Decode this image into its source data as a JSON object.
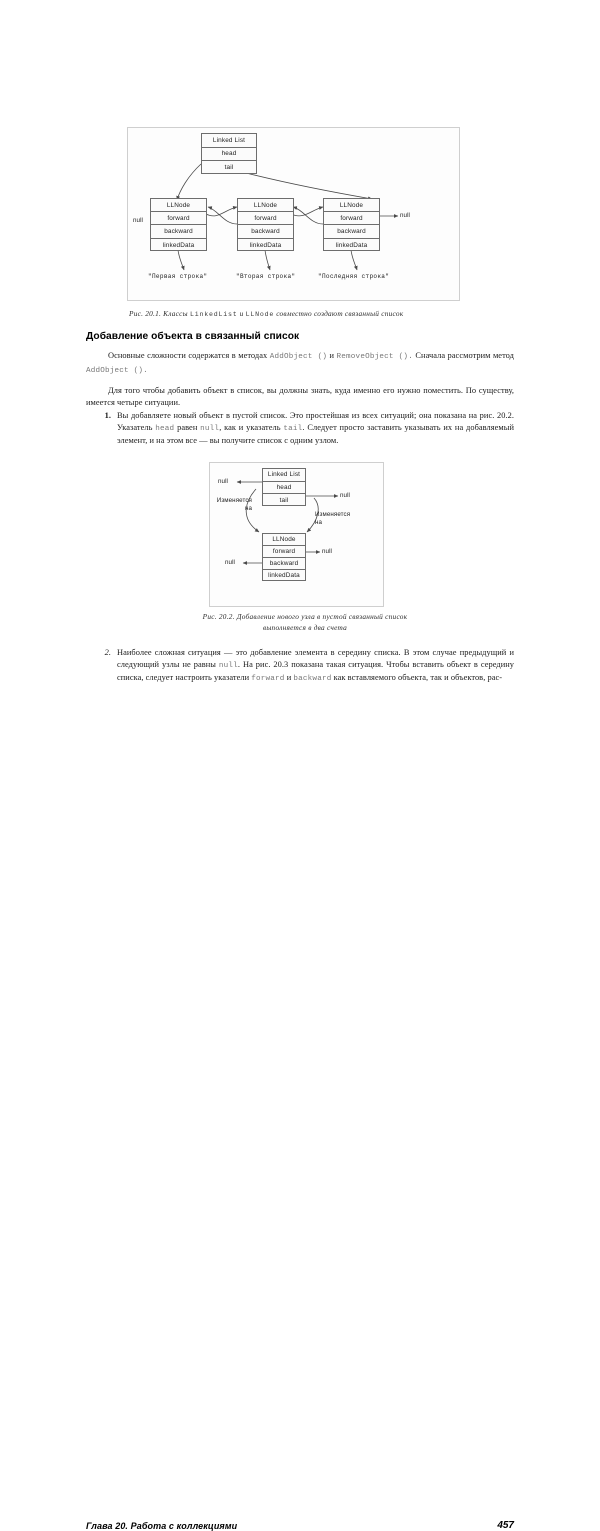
{
  "page": {
    "number": "457",
    "chapter_footer": "Глава 20. Работа с коллекциями"
  },
  "section": {
    "title": "Добавление объекта в связанный список"
  },
  "paragraphs": {
    "p1_a": "Основные сложности содержатся в методах ",
    "p1_code1": "AddObject ()",
    "p1_b": " и ",
    "p1_code2": "RemoveObject ().",
    "p1_c": " Сначала рассмотрим метод ",
    "p1_code3": "AddObject ().",
    "p2": "Для того чтобы добавить объект в список, вы должны знать, куда именно его нужно поместить. По существу, имеется четыре ситуации."
  },
  "list": [
    {
      "marker": "1.",
      "style": "bold",
      "parts": [
        {
          "t": "text",
          "v": "Вы добавляете новый объект в пустой список. Это простейшая из всех ситуаций; она показана на рис. 20.2. Указатель "
        },
        {
          "t": "code",
          "v": "head"
        },
        {
          "t": "text",
          "v": " равен "
        },
        {
          "t": "code",
          "v": "null"
        },
        {
          "t": "text",
          "v": ", как и указатель "
        },
        {
          "t": "code",
          "v": "tail"
        },
        {
          "t": "text",
          "v": ". Следует просто заставить указывать их на добавляемый элемент, и на этом все — вы получите список с одним узлом."
        }
      ]
    },
    {
      "marker": "2.",
      "style": "italic",
      "parts": [
        {
          "t": "text",
          "v": "Наиболее сложная ситуация — это добавление элемента в середину списка. В этом случае предыдущий и следующий узлы не равны "
        },
        {
          "t": "code",
          "v": "null"
        },
        {
          "t": "text",
          "v": ". На рис. 20.3 показана такая ситуация. Чтобы вставить объект в середину списка, следует настроить указатели "
        },
        {
          "t": "code",
          "v": "forward"
        },
        {
          "t": "text",
          "v": " и "
        },
        {
          "t": "code",
          "v": "backward"
        },
        {
          "t": "text",
          "v": " как вставляемого объекта, так и объектов, рас-"
        }
      ]
    }
  ],
  "figures": {
    "fig1": {
      "caption_prefix": "Рис. 20.1.",
      "caption_a": "Классы",
      "caption_code1": "LinkedList",
      "caption_b": "и",
      "caption_code2": "LLNode",
      "caption_c": "совместно создают связанный список",
      "list_box": {
        "title": "Linked List",
        "fields": [
          "head",
          "tail"
        ]
      },
      "nodes": [
        {
          "title": "LLNode",
          "fields": [
            "forward",
            "backward",
            "linkedData"
          ],
          "data_label": "\"Первая строка\""
        },
        {
          "title": "LLNode",
          "fields": [
            "forward",
            "backward",
            "linkedData"
          ],
          "data_label": "\"Вторая строка\""
        },
        {
          "title": "LLNode",
          "fields": [
            "forward",
            "backward",
            "linkedData"
          ],
          "data_label": "\"Последняя строка\""
        }
      ],
      "null_left": "null",
      "null_right": "null"
    },
    "fig2": {
      "caption_prefix": "Рис. 20.2.",
      "caption_text": "Добавление нового узла в пустой связанный список выполняется в два счета",
      "list_box": {
        "title": "Linked List",
        "fields": [
          "head",
          "tail"
        ]
      },
      "node": {
        "title": "LLNode",
        "fields": [
          "forward",
          "backward",
          "linkedData"
        ]
      },
      "null_head": "null",
      "null_tail": "null",
      "null_forward": "null",
      "null_backward": "null",
      "changes_left": "Изменяется на",
      "changes_right": "Изменяется на"
    }
  },
  "colors": {
    "paper": "#ffffff",
    "ink": "#1a1a1a",
    "box_stroke": "#6d6d6d",
    "frame": "#cfcfcf",
    "code_gray": "#777777"
  }
}
